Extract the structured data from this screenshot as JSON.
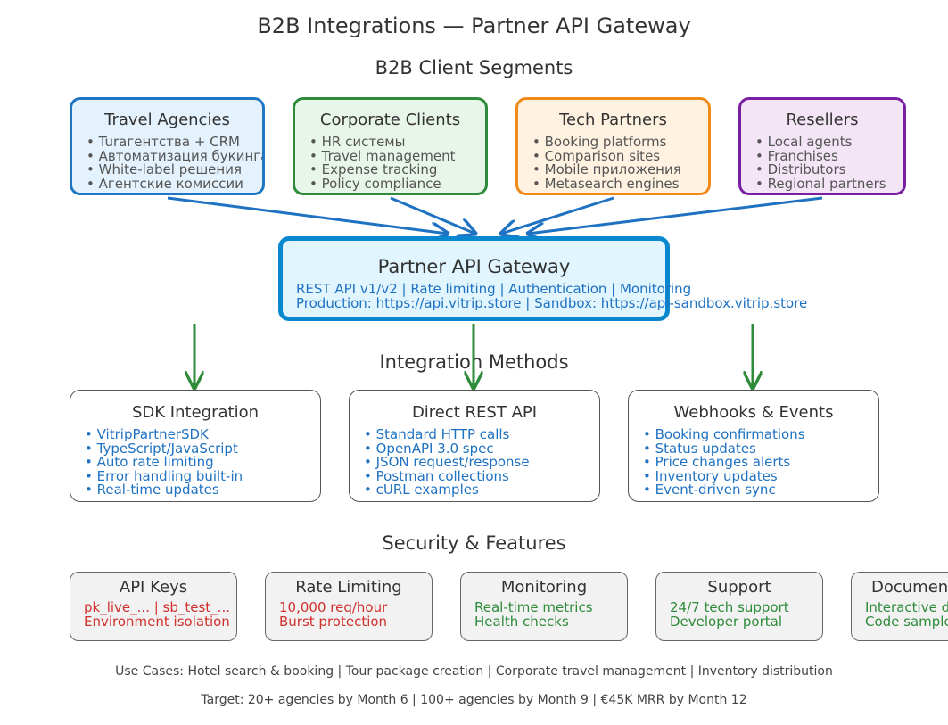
{
  "title": "B2B Integrations — Partner API Gateway",
  "segments_heading": "B2B Client Segments",
  "segments": [
    {
      "name": "Travel Agencies",
      "border": "#1f77c4",
      "fill": "#e3f2fd",
      "items": [
        "Turагентства + CRM",
        "Автоматизация букинга",
        "White-label решения",
        "Агентские комиссии"
      ]
    },
    {
      "name": "Corporate Clients",
      "border": "#2e8b3a",
      "fill": "#e8f5e9",
      "items": [
        "HR системы",
        "Travel management",
        "Expense tracking",
        "Policy compliance"
      ]
    },
    {
      "name": "Tech Partners",
      "border": "#f08a18",
      "fill": "#fff2e0",
      "items": [
        "Booking platforms",
        "Comparison sites",
        "Mobile приложения",
        "Metasearch engines"
      ]
    },
    {
      "name": "Resellers",
      "border": "#7b1fa2",
      "fill": "#f3e5f5",
      "items": [
        "Local agents",
        "Franchises",
        "Distributors",
        "Regional partners"
      ]
    }
  ],
  "gateway": {
    "name": "Partner API Gateway",
    "line1": "REST API v1/v2 | Rate limiting | Authentication | Monitoring",
    "line2": "Production: https://api.vitrip.store | Sandbox: https://api-sandbox.vitrip.store",
    "border": "#0a88cf",
    "fill": "#e1f5fe"
  },
  "methods_heading": "Integration Methods",
  "methods": [
    {
      "name": "SDK Integration",
      "items": [
        "VitripPartnerSDK",
        "TypeScript/JavaScript",
        "Auto rate limiting",
        "Error handling built-in",
        "Real-time updates"
      ]
    },
    {
      "name": "Direct REST API",
      "items": [
        "Standard HTTP calls",
        "OpenAPI 3.0 spec",
        "JSON request/response",
        "Postman collections",
        "cURL examples"
      ]
    },
    {
      "name": "Webhooks & Events",
      "items": [
        "Booking confirmations",
        "Status updates",
        "Price changes alerts",
        "Inventory updates",
        "Event-driven sync"
      ]
    }
  ],
  "features_heading": "Security & Features",
  "features": [
    {
      "name": "API Keys",
      "color": "red",
      "lines": [
        "pk_live_... | sb_test_...",
        "Environment isolation"
      ]
    },
    {
      "name": "Rate Limiting",
      "color": "red",
      "lines": [
        "10,000 req/hour",
        "Burst protection"
      ]
    },
    {
      "name": "Monitoring",
      "color": "green",
      "lines": [
        "Real-time metrics",
        "Health checks"
      ]
    },
    {
      "name": "Support",
      "color": "green",
      "lines": [
        "24/7 tech support",
        "Developer portal"
      ]
    },
    {
      "name": "Documentation",
      "color": "green",
      "lines": [
        "Interactive docs",
        "Code samples"
      ]
    }
  ],
  "use_cases": "Use Cases: Hotel search & booking | Tour package creation | Corporate travel management | Inventory distribution",
  "target": "Target: 20+ agencies by Month 6 | 100+ agencies by Month 9 | €45K MRR by Month 12",
  "colors": {
    "arrow_blue": "#1f72c2",
    "arrow_green": "#2e8b3a",
    "feature_fill": "#f2f2f2"
  }
}
